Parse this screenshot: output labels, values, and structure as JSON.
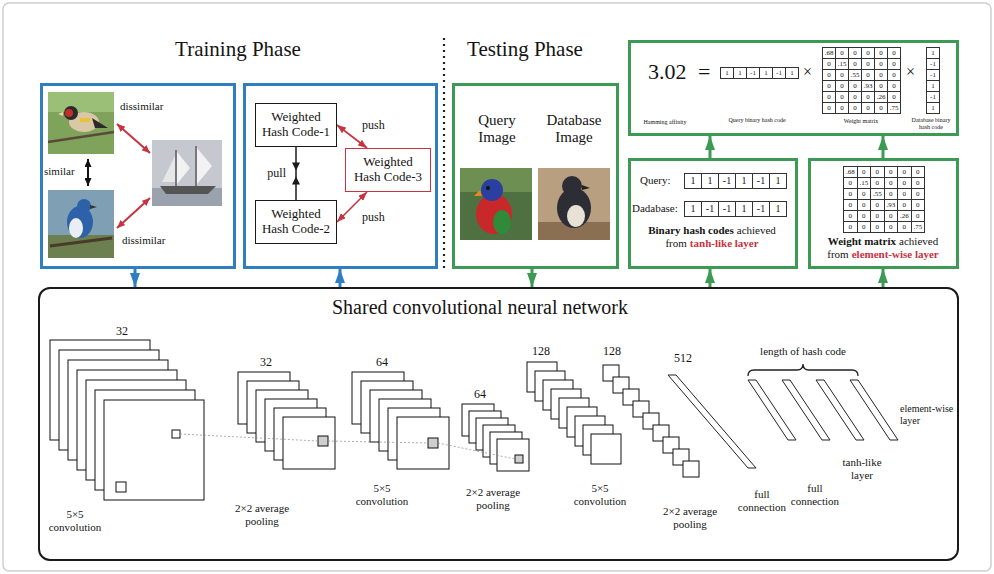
{
  "diagram": {
    "nodes": [
      {
        "text": [
          "similar",
          "dissimilar",
          "dissimilar"
        ]
      },
      {
        "text": []
      },
      {
        "text": [
          "Weighted Hash Code-1"
        ],
        "in": 1
      },
      {
        "text": [
          "Weighted Hash Code-2"
        ],
        "in": 1
      },
      {
        "text": [
          "Weighted Hash Code-3"
        ],
        "in": 1
      },
      {
        "text": [
          "Query Image",
          "Database Image"
        ]
      },
      {
        "text": [
          "3.02",
          "=",
          "×",
          "×",
          "Hamming affinity",
          "Query binary hash code",
          "Weight matrix",
          "Database binary hash code"
        ]
      },
      {
        "text": [
          "Query:",
          "Dadabase:",
          "Binary hash codes",
          "achieved from",
          "tanh-like layer"
        ]
      },
      {
        "text": [
          "Weight matrix",
          "achieved from",
          "element-wise layer"
        ]
      },
      {
        "text": [
          "Shared convolutional neural network"
        ]
      }
    ],
    "edges": [
      {
        "from": 0,
        "to": 9,
        "arrow": "to"
      },
      {
        "from": 9,
        "to": 1,
        "arrow": "to"
      },
      {
        "from": 2,
        "to": 3,
        "label": "pull",
        "arrow": "none"
      },
      {
        "from": 2,
        "to": 4,
        "label": "push",
        "arrow": "both"
      },
      {
        "from": 3,
        "to": 4,
        "label": "push",
        "arrow": "both"
      },
      {
        "from": 5,
        "to": 9,
        "arrow": "to"
      },
      {
        "from": 9,
        "to": 7,
        "arrow": "to"
      },
      {
        "from": 9,
        "to": 8,
        "arrow": "to"
      },
      {
        "from": 7,
        "to": 6,
        "arrow": "to"
      },
      {
        "from": 8,
        "to": 6,
        "arrow": "to"
      }
    ],
    "labels": [
      "Training Phase",
      "Testing Phase",
      "32",
      "5×5 convolution",
      "32",
      "2×2 average pooling",
      "64",
      "5×5 convolution",
      "64",
      "2×2 average pooling",
      "128",
      "5×5 convolution",
      "128",
      "2×2 average pooling",
      "512",
      "length of hash code",
      "full connection",
      "full connection",
      "tanh-like layer",
      "element-wise layer",
      "1",
      "1",
      "-1",
      "1",
      "-1",
      "1",
      ".68",
      "0",
      "0",
      "0",
      "0",
      "0",
      "0",
      ".15",
      "0",
      "0",
      "0",
      "0",
      "0",
      "0",
      ".55",
      "0",
      "0",
      "0",
      "0",
      "0",
      "0",
      ".93",
      "0",
      "0",
      "0",
      "0",
      "0",
      "0",
      ".26",
      "0",
      "0",
      "0",
      "0",
      "0",
      "0",
      ".75",
      "1",
      "-1",
      "-1",
      "1",
      "-1",
      "1",
      "1",
      "1",
      "-1",
      "1",
      "-1",
      "1",
      "1",
      "-1",
      "-1",
      "1",
      "-1",
      "1",
      ".68",
      "0",
      "0",
      "0",
      "0",
      "0",
      "0",
      ".15",
      "0",
      "0",
      "0",
      "0",
      "0",
      "0",
      ".55",
      "0",
      "0",
      "0",
      "0",
      "0",
      "0",
      ".93",
      "0",
      "0",
      "0",
      "0",
      "0",
      "0",
      ".26",
      "0",
      "0",
      "0",
      "0",
      "0",
      "0",
      ".75"
    ]
  }
}
